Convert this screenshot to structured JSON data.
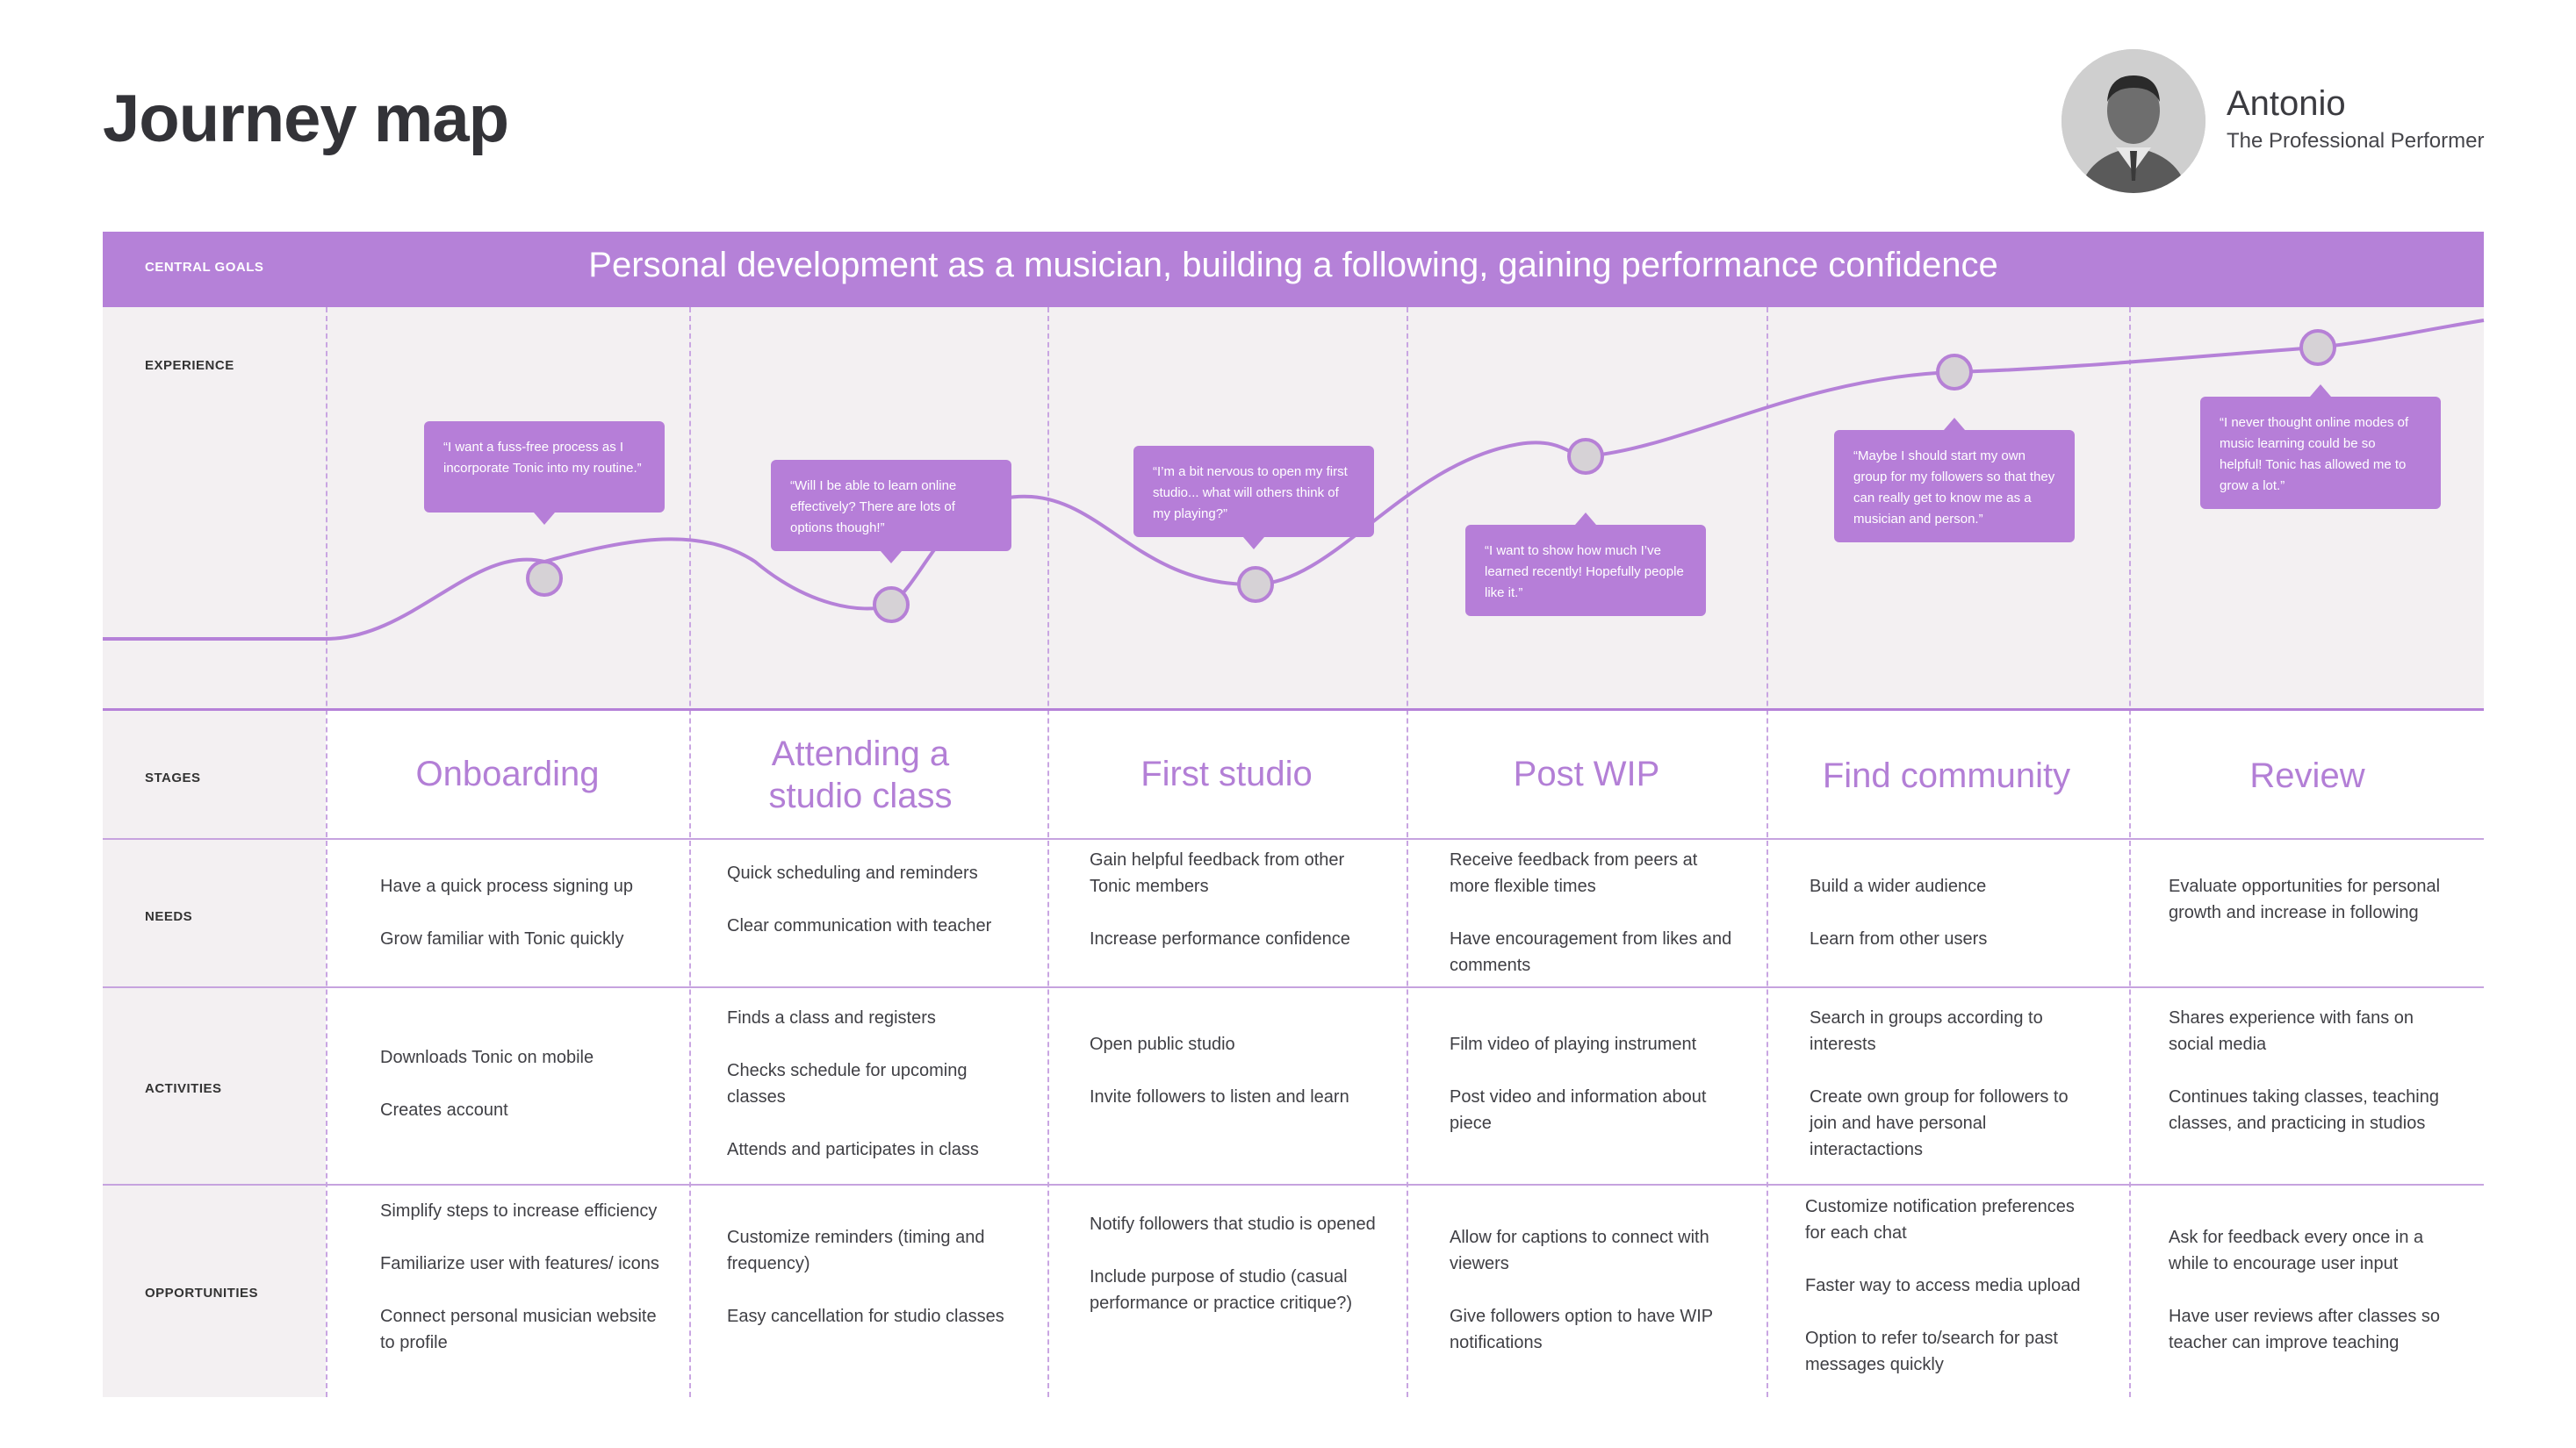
{
  "page": {
    "title": "Journey map"
  },
  "persona": {
    "name": "Antonio",
    "role": "The Professional Performer"
  },
  "central_goals": {
    "label": "CENTRAL GOALS",
    "text": "Personal development as a musician, building a following, gaining performance confidence"
  },
  "experience": {
    "label": "EXPERIENCE",
    "quotes": [
      "“I want a fuss-free process as I incorporate Tonic into my routine.”",
      "“Will I be able to learn online effectively? There are lots of options though!”",
      "“I’m a bit nervous to open my first studio... what will others think of my playing?”",
      "“I want to show how much I’ve learned recently! Hopefully people like it.”",
      "“Maybe I should start my own group for my followers so that they can really get to know me as a musician and person.”",
      "“I never thought online modes of music learning could be so helpful! Tonic has allowed me to grow a lot.”"
    ]
  },
  "rows": {
    "stages": "STAGES",
    "needs": "NEEDS",
    "activities": "ACTIVITIES",
    "opportunities": "OPPORTUNITIES"
  },
  "stages": [
    {
      "name": "Onboarding",
      "needs": [
        "Have a quick process signing up",
        "Grow familiar with Tonic quickly"
      ],
      "activities": [
        "Downloads Tonic on mobile",
        "Creates account"
      ],
      "opportunities": [
        "Simplify steps to increase efficiency",
        "Familiarize user with features/ icons",
        "Connect personal musician website to profile"
      ]
    },
    {
      "name": "Attending a studio class",
      "needs": [
        "Quick scheduling and reminders",
        "Clear communication with teacher"
      ],
      "activities": [
        "Finds a class and registers",
        "Checks schedule for upcoming classes",
        "Attends and participates in class"
      ],
      "opportunities": [
        "Customize reminders (timing and frequency)",
        "Easy cancellation for studio classes"
      ]
    },
    {
      "name": "First studio",
      "needs": [
        "Gain helpful feedback from other Tonic members",
        "Increase performance confidence"
      ],
      "activities": [
        "Open public studio",
        "Invite followers to listen and learn"
      ],
      "opportunities": [
        "Notify followers that studio is opened",
        "Include purpose of studio (casual performance or practice critique?)"
      ]
    },
    {
      "name": "Post WIP",
      "needs": [
        "Receive feedback from peers at more flexible times",
        "Have encouragement from likes and comments"
      ],
      "activities": [
        "Film video of playing instrument",
        "Post video and information about piece"
      ],
      "opportunities": [
        "Allow for captions to connect with viewers",
        "Give followers option to have WIP notifications"
      ]
    },
    {
      "name": "Find community",
      "needs": [
        "Build a wider audience",
        "Learn from other users"
      ],
      "activities": [
        "Search in groups according to interests",
        "Create own group for followers to join and have personal interactactions"
      ],
      "opportunities": [
        "Customize notification preferences for each chat",
        "Faster way to access media upload",
        "Option to refer to/search for past messages quickly"
      ]
    },
    {
      "name": "Review",
      "needs": [
        "Evaluate opportunities for personal growth and increase in following"
      ],
      "activities": [
        "Shares experience with fans on social media",
        "Continues taking classes, teaching classes, and practicing in studios"
      ],
      "opportunities": [
        "Ask for feedback every once in a while to encourage user input",
        "Have user reviews after classes so teacher can improve teaching"
      ]
    }
  ],
  "colors": {
    "accent": "#b581d8",
    "bubble": "#b67ed8",
    "band": "#f3f0f2",
    "node_fill": "#d6d2d6",
    "node_stroke": "#b680d6"
  }
}
